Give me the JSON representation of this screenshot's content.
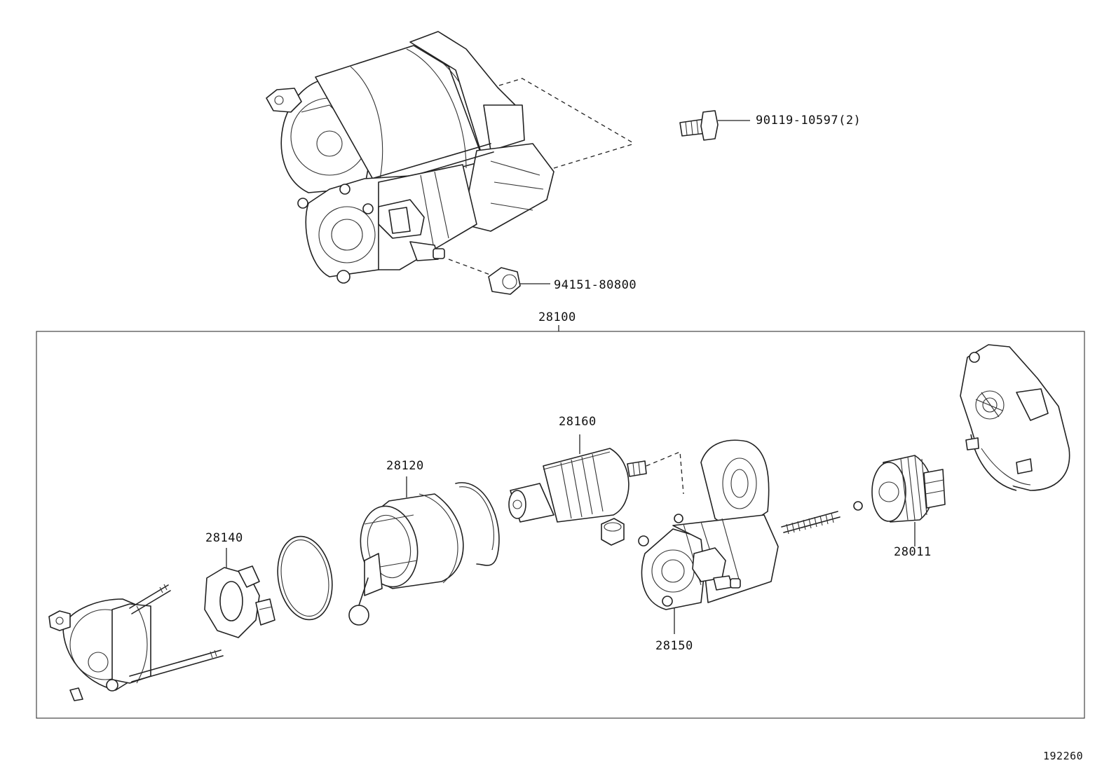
{
  "parts": {
    "bolt": "90119-10597(2)",
    "nut": "94151-80800",
    "assembly": "28100",
    "armature": "28160",
    "yoke": "28120",
    "brush_holder": "28140",
    "solenoid_housing": "28150",
    "clutch": "28011"
  },
  "figure_number": "192260"
}
